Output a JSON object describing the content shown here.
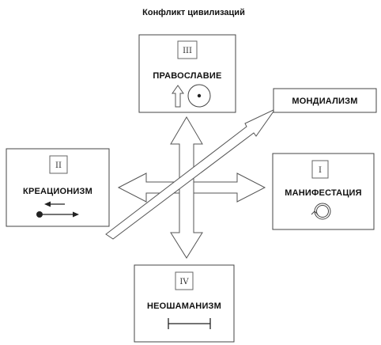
{
  "title": "Конфликт цивилизаций",
  "nodes": {
    "top": {
      "numeral": "III",
      "label": "ПРАВОСЛАВИЕ"
    },
    "left": {
      "numeral": "II",
      "label": "КРЕАЦИОНИЗМ"
    },
    "right": {
      "numeral": "I",
      "label": "МАНИФЕСТАЦИЯ"
    },
    "bottom": {
      "numeral": "IV",
      "label": "НЕОШАМАНИЗМ"
    },
    "diagonal": {
      "label": "МОНДИАЛИЗМ"
    }
  },
  "colors": {
    "stroke": "#444444",
    "fill": "#ffffff",
    "text": "#111111"
  }
}
